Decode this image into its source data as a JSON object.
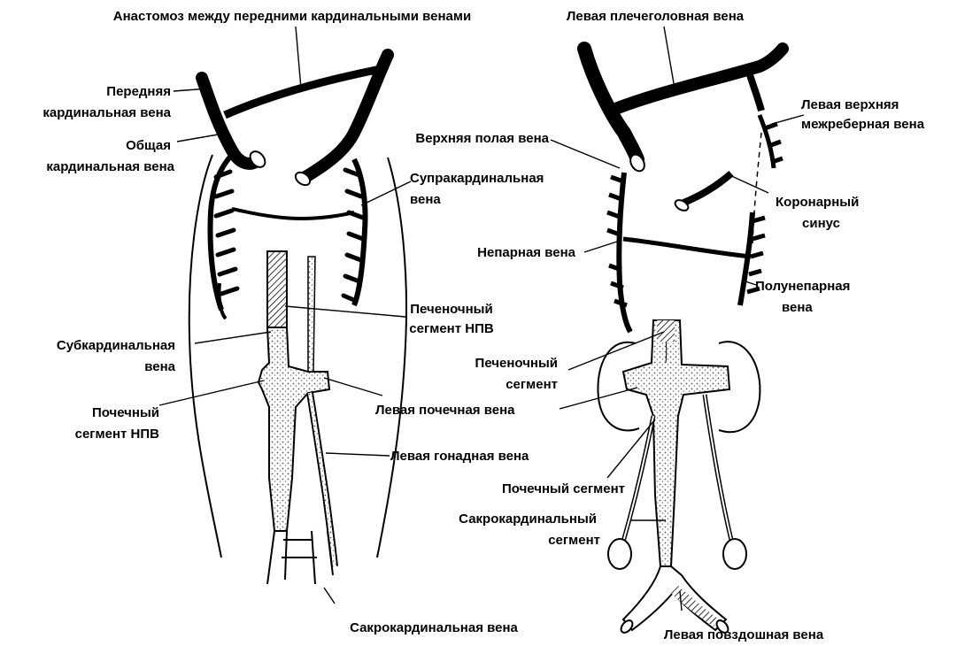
{
  "labels": {
    "anastomosis": "Анастомоз между передними кардинальными венами",
    "left_brachiocephalic": "Левая плечеголовная вена",
    "anterior_cardinal_1": "Передняя",
    "anterior_cardinal_2": "кардинальная вена",
    "common_cardinal_1": "Общая",
    "common_cardinal_2": "кардинальная вена",
    "left_sup_intercostal_1": "Левая верхняя",
    "left_sup_intercostal_2": "межреберная вена",
    "superior_vena_cava": "Верхняя полая вена",
    "supracardinal_1": "Супракардинальная",
    "supracardinal_2": "вена",
    "coronary_sinus_1": "Коронарный",
    "coronary_sinus_2": "синус",
    "azygos": "Непарная вена",
    "hemiazygos_1": "Полунепарная",
    "hemiazygos_2": "вена",
    "hepatic_ivc_1": "Печеночный",
    "hepatic_ivc_2": "сегмент НПВ",
    "subcardinal_1": "Субкардинальная",
    "subcardinal_2": "вена",
    "hepatic_seg_1": "Печеночный",
    "hepatic_seg_2": "сегмент",
    "renal_ivc_1": "Почечный",
    "renal_ivc_2": "сегмент НПВ",
    "left_renal": "Левая почечная вена",
    "left_gonadal": "Левая гонадная вена",
    "renal_seg": "Почечный сегмент",
    "sacrocardinal_seg_1": "Сакрокардинальный",
    "sacrocardinal_seg_2": "сегмент",
    "sacrocardinal_vein": "Сакрокардинальная вена",
    "left_iliac": "Левая повздошная вена"
  },
  "colors": {
    "ink": "#000000",
    "background": "#ffffff",
    "stipple": "#bdbdbd"
  }
}
